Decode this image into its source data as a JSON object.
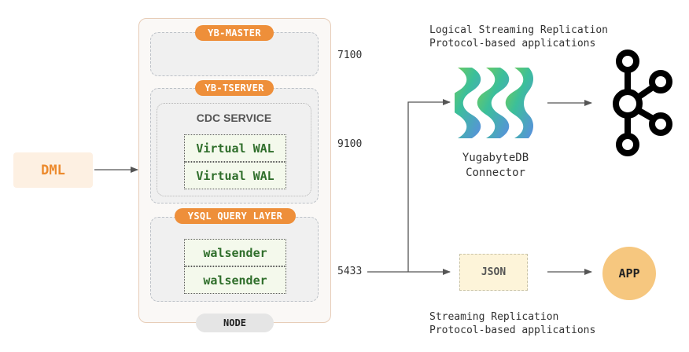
{
  "source": {
    "label": "DML"
  },
  "node": {
    "label": "NODE",
    "yb_master": {
      "label": "YB-MASTER",
      "port": "7100"
    },
    "yb_tserver": {
      "label": "YB-TSERVER",
      "port": "9100",
      "cdc_service": {
        "label": "CDC SERVICE",
        "wal_items": [
          "Virtual WAL",
          "Virtual WAL"
        ]
      }
    },
    "ysql_query_layer": {
      "label": "YSQL QUERY LAYER",
      "port": "5433",
      "walsenders": [
        "walsender",
        "walsender"
      ]
    }
  },
  "logical": {
    "caption_line1": "Logical Streaming Replication",
    "caption_line2": "Protocol-based applications",
    "connector_line1": "YugabyteDB",
    "connector_line2": "Connector",
    "logo_icon": "yugabytedb-logo-icon",
    "target_icon": "kafka-icon"
  },
  "streaming": {
    "caption_line1": "Streaming Replication",
    "caption_line2": "Protocol-based applications",
    "format_label": "JSON",
    "app_label": "APP"
  },
  "colors": {
    "accent_orange": "#ee8f3a",
    "wal_green": "#2f6e2b",
    "app_fill": "#f6c77f",
    "json_fill": "#fdf4d9"
  }
}
